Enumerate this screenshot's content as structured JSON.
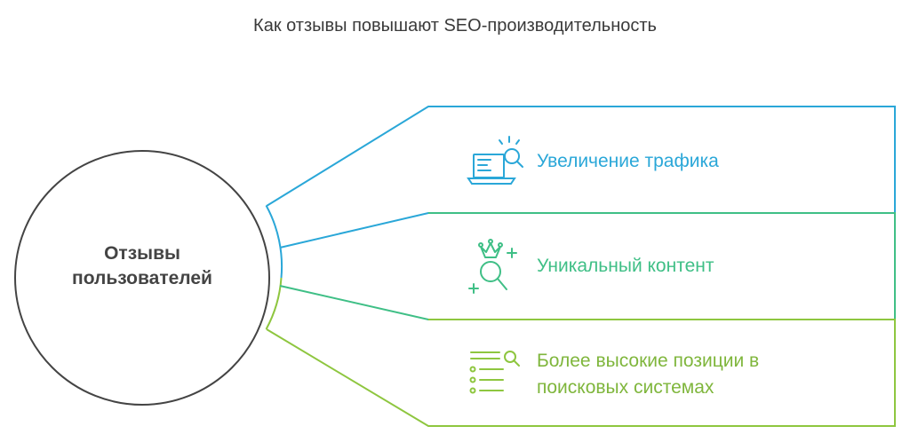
{
  "title": "Как отзывы повышают SEO-производительность",
  "hub": {
    "line1": "Отзывы",
    "line2": "пользователей"
  },
  "items": [
    {
      "label": "Увеличение трафика",
      "color": "#2aa7d8",
      "icon": "laptop-search-icon"
    },
    {
      "label": "Уникальный контент",
      "color": "#3fbf86",
      "icon": "crown-search-icon"
    },
    {
      "label_line1": "Более высокие позиции в",
      "label_line2": "поисковых системах",
      "color": "#7fb63c",
      "icon": "search-list-icon"
    }
  ]
}
